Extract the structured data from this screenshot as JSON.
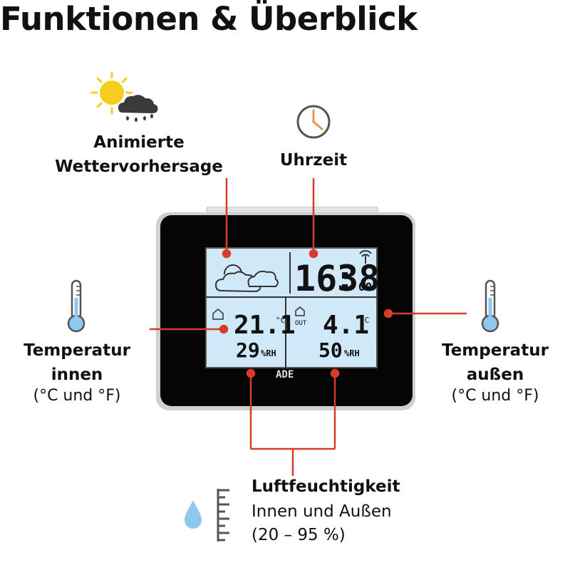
{
  "title": "Funktionen & Überblick",
  "features": {
    "forecast": {
      "line1": "Animierte",
      "line2": "Wettervorhersage"
    },
    "time": {
      "label": "Uhrzeit"
    },
    "temp_inside": {
      "line1": "Temperatur",
      "line2": "innen",
      "unit": "(°C und °F)"
    },
    "temp_outside": {
      "line1": "Temperatur",
      "line2": "außen",
      "unit": "(°C und °F)"
    },
    "humidity": {
      "title": "Luftfeuchtigkeit",
      "line2": "Innen und Außen",
      "line3": "(20 – 95 %)"
    }
  },
  "device": {
    "brand": "ADE",
    "time_hours": "16",
    "time_minutes": "38",
    "time_seconds": "00",
    "temp_inside": "21.1",
    "temp_inside_unit": "°C",
    "hum_inside": "29",
    "temp_outside": "4.1",
    "temp_outside_unit": "°C",
    "hum_outside": "50",
    "hum_unit": "%RH",
    "out_label": "OUT"
  },
  "colors": {
    "accent": "#d93a2b",
    "lcd": "#cfe9f9",
    "icon_blue": "#8fc8ef",
    "sun": "#f5cd1e"
  }
}
